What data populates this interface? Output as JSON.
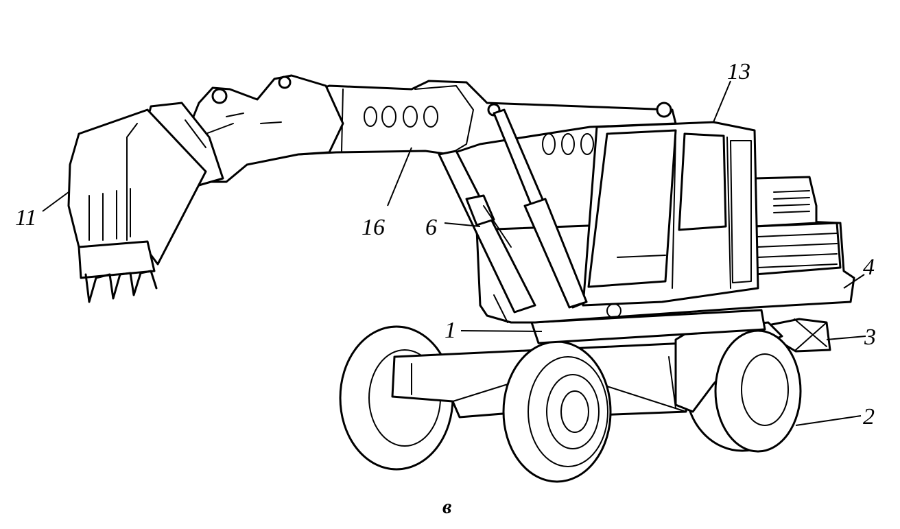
{
  "labels": {
    "l11": "11",
    "l16": "16",
    "l6": "6",
    "l13": "13",
    "l4": "4",
    "l1": "1",
    "l3": "3",
    "l2": "2"
  },
  "caption": "в"
}
